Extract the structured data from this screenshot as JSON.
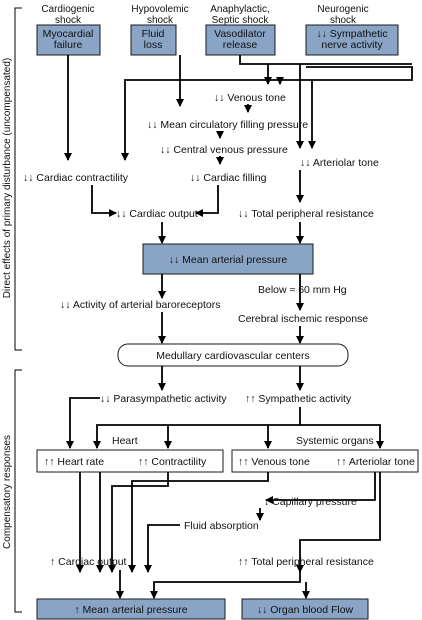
{
  "shock_types": {
    "cardiogenic": "Cardiogenic\nshock",
    "hypovolemic": "Hypovolemic\nshock",
    "anaphylactic": "Anaphylactic,\nSeptic shock",
    "neurogenic": "Neurogenic\nshock"
  },
  "causes": {
    "myocardial": "Myocardial\nfailure",
    "fluid": "Fluid\nloss",
    "vasodilator": "Vasodilator\nrelease",
    "sympathetic": "↓↓ Sympathetic\nnerve activity"
  },
  "direct": {
    "venous_tone": "↓↓ Venous tone",
    "mcfp": "↓↓ Mean circulatory filling pressure",
    "cvp": "↓↓ Central venous pressure",
    "contractility": "↓↓ Cardiac contractility",
    "filling": "↓↓ Cardiac filling",
    "arteriolar": "↓↓ Arteriolar tone",
    "cardiac_output": "↓↓ Cardiac output",
    "tpr": "↓↓ Total peripheral resistance",
    "map": "↓↓ Mean arterial pressure",
    "baroreceptors": "↓↓ Activity of arterial baroreceptors",
    "below": "Below ≈ 60 mm Hg",
    "cerebral": "Cerebral ischemic response"
  },
  "medullary": "Medullary cardiovascular centers",
  "compensatory": {
    "parasympathetic": "↓↓ Parasympathetic activity",
    "sympathetic": "↑↑ Sympathetic activity",
    "heart_label": "Heart",
    "systemic_label": "Systemic organs",
    "heart_rate": "↑↑ Heart rate",
    "contractility": "↑↑ Contractility",
    "venous_tone": "↑↑ Venous tone",
    "arteriolar": "↑↑ Arteriolar tone",
    "capillary": "↓ Capillary pressure",
    "fluid_absorption": "Fluid absorption",
    "cardiac_output": "↑ Cardiac output",
    "tpr": "↑↑ Total peripheral resistance",
    "map": "↑ Mean arterial pressure",
    "organ_flow": "↓↓ Organ blood Flow"
  },
  "side_labels": {
    "direct": "Direct effects of primary disturbance (uncompensated)",
    "compensatory": "Compensatory responses"
  },
  "colors": {
    "box_fill": "#8aa4c6",
    "line": "#000000"
  }
}
